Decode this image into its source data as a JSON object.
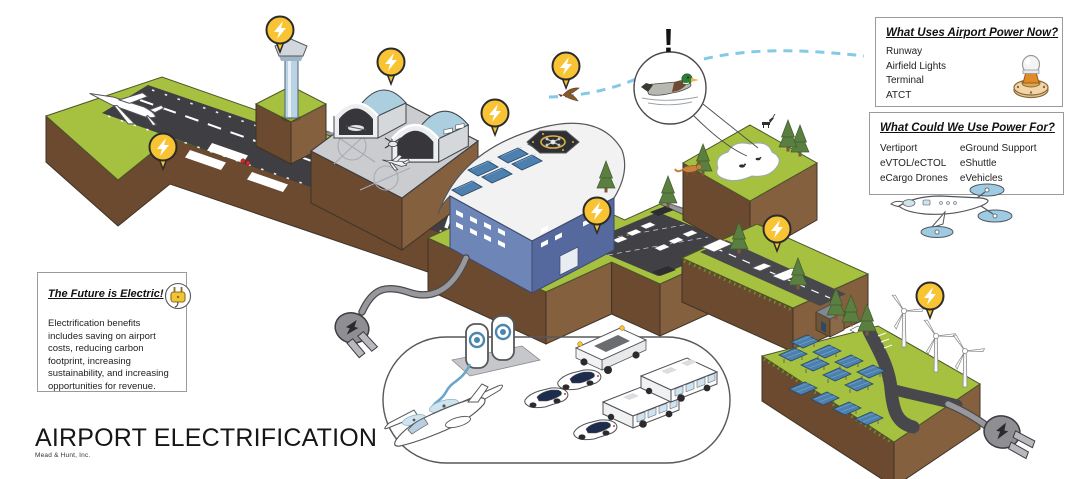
{
  "title_block": {
    "heading": "AIRPORT ELECTRIFICATION",
    "subheading": "Mead & Hunt, Inc."
  },
  "info_boxes": {
    "power_now": {
      "title": "What Uses Airport Power Now?",
      "items": [
        "Runway",
        "Airfield Lights",
        "Terminal",
        "ATCT"
      ],
      "icon": "airfield-light-icon"
    },
    "power_future": {
      "title": "What Could We Use Power For?",
      "items_left": [
        "Vertiport",
        "eVTOL/eCTOL",
        "eCargo Drones"
      ],
      "items_right": [
        "eGround Support",
        "eShuttle",
        "eVehicles"
      ],
      "icon": "evtol-drone-icon"
    },
    "future_is_electric": {
      "title": "The Future is Electric!",
      "body": "Electrification benefits includes saving on airport costs, reducing carbon footprint, increasing sustainability,  and increasing opportunities for revenue.",
      "icon": "electric-plug-icon"
    }
  },
  "callout": {
    "alert_mark": "!",
    "subject": "duck-on-pond"
  },
  "scene": {
    "electrified_sites": [
      "runway",
      "atct-tower",
      "hangars",
      "terminal",
      "vertiport-helipad",
      "parking-lot",
      "shuttle-road",
      "solar-farm"
    ],
    "lightning_pin_count": 8,
    "colors": {
      "grass": "#a5c13f",
      "earth_left": "#6b4a2f",
      "earth_right": "#84603f",
      "asphalt": "#3f3f43",
      "apron_gray": "#cbccd0",
      "hangar_roof_blue": "#abcfdf",
      "terminal_blue": "#5c72a8",
      "solar_panel_blue": "#4d80ae",
      "pin_yellow": "#f9c433",
      "flight_path_blue": "#85c9e9",
      "tree_green": "#5b7f40",
      "cable_gray": "#98989c",
      "charging_blue": "#4a87ae"
    }
  }
}
